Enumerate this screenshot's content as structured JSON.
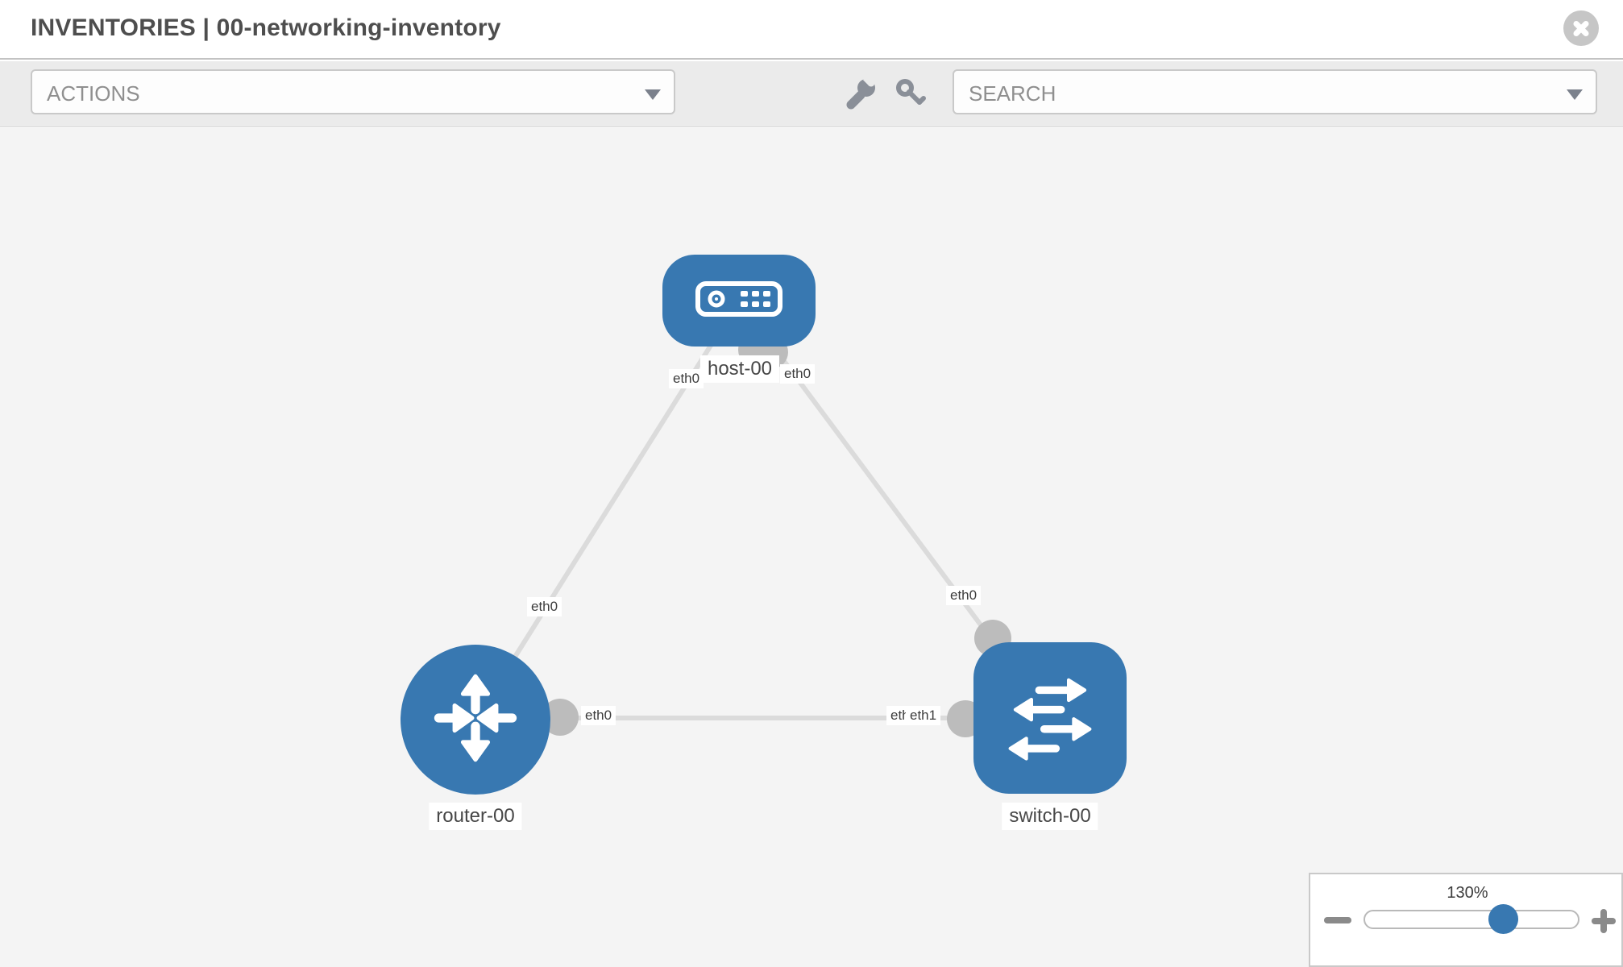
{
  "header": {
    "title": "INVENTORIES | 00-networking-inventory",
    "close_icon": "circle-x"
  },
  "toolbar": {
    "actions": {
      "placeholder": "ACTIONS"
    },
    "search": {
      "placeholder": "SEARCH"
    },
    "tools": [
      {
        "icon": "wrench-icon"
      },
      {
        "icon": "key-icon"
      }
    ]
  },
  "topology": {
    "nodes": [
      {
        "id": "host-00",
        "type": "host",
        "label": "host-00"
      },
      {
        "id": "router-00",
        "type": "router",
        "label": "router-00"
      },
      {
        "id": "switch-00",
        "type": "switch",
        "label": "switch-00"
      }
    ],
    "links": [
      {
        "from": "host-00",
        "from_if": "eth0",
        "to": "router-00",
        "to_if": "eth0"
      },
      {
        "from": "host-00",
        "from_if": "eth0",
        "to": "switch-00",
        "to_if": "eth0"
      },
      {
        "from": "router-00",
        "from_if": "eth0",
        "to": "switch-00",
        "to_if": "eth1",
        "overlapped_label": "eth0"
      }
    ]
  },
  "zoom_control": {
    "value": "130%"
  },
  "colors": {
    "node_blue": "#3878b1",
    "endpoint_gray": "#bcbcbc",
    "link_gray": "#dbdbdb",
    "canvas_bg": "#f4f4f4",
    "toolbar_bg": "#ebebeb"
  }
}
